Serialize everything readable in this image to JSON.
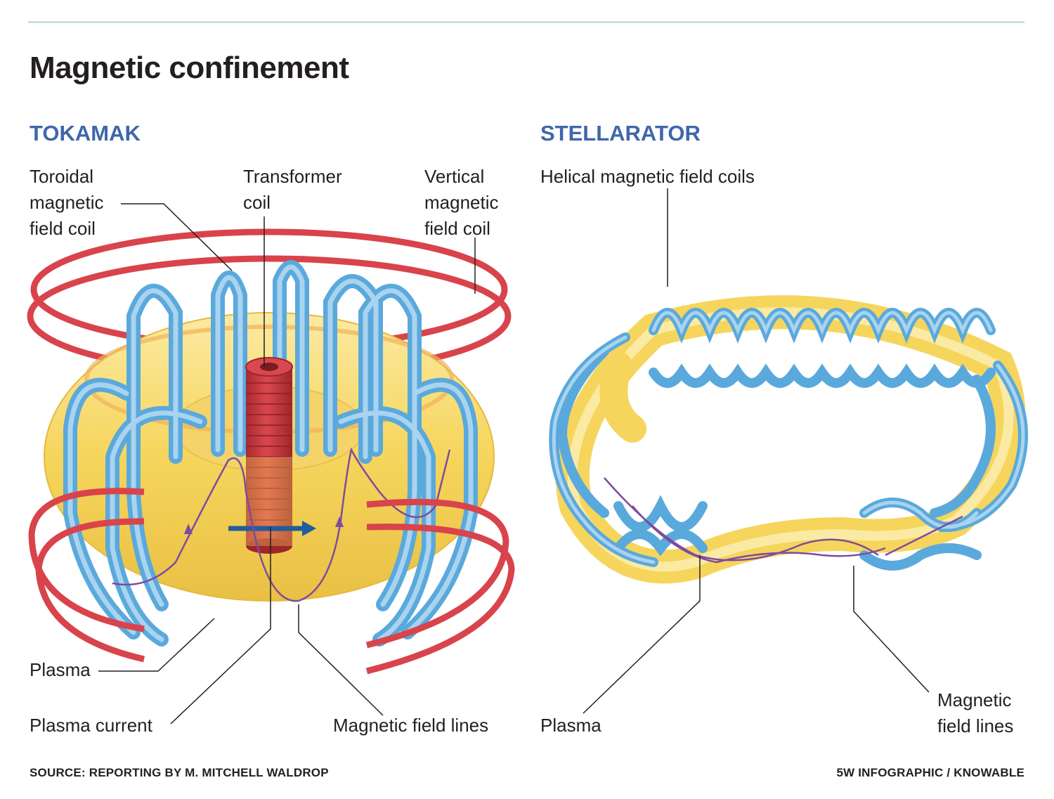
{
  "title": "Magnetic confinement",
  "tokamak": {
    "heading": "TOKAMAK",
    "labels": {
      "toroidal_coil": "Toroidal\nmagnetic\nfield coil",
      "transformer_coil": "Transformer\ncoil",
      "vertical_coil": "Vertical\nmagnetic\nfield coil",
      "plasma": "Plasma",
      "plasma_current": "Plasma current",
      "field_lines": "Magnetic field lines"
    }
  },
  "stellarator": {
    "heading": "STELLARATOR",
    "labels": {
      "helical_coils": "Helical magnetic field coils",
      "plasma": "Plasma",
      "field_lines": "Magnetic\nfield lines"
    }
  },
  "footer": {
    "source": "SOURCE: REPORTING BY M. MITCHELL WALDROP",
    "credit": "5W INFOGRAPHIC / KNOWABLE"
  },
  "colors": {
    "heading_blue": "#3f67ab",
    "coil_blue": "#5aa9dc",
    "coil_light": "#a9d3ef",
    "plasma_yellow": "#f6d55c",
    "plasma_light": "#fbeaa3",
    "vertical_coil_red": "#d9434b",
    "transformer_red": "#c8373c",
    "field_line_purple": "#7d4ba0",
    "current_arrow": "#1f5e9e"
  }
}
